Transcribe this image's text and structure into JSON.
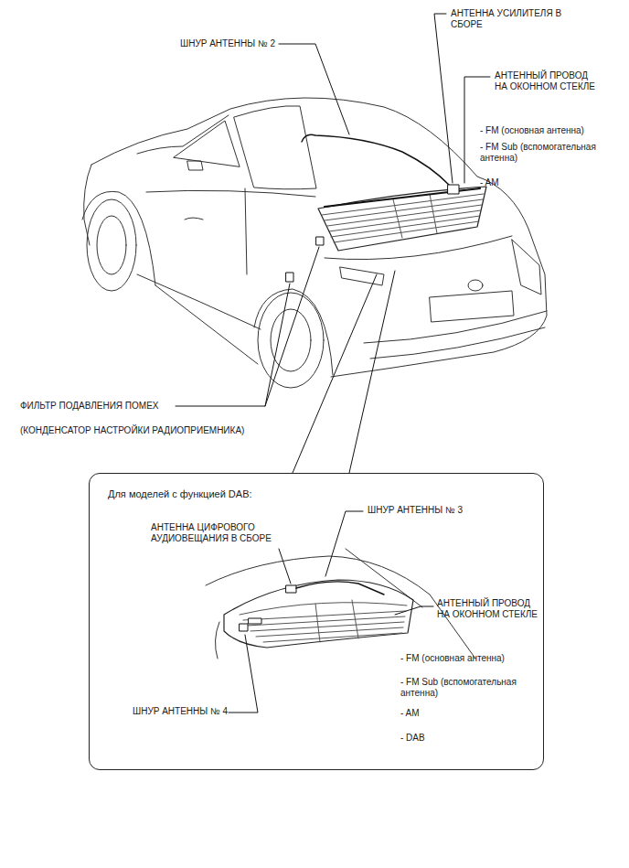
{
  "diagram": {
    "nodes": [
      {
        "text": [
          "Для моделей с функцией DAB:"
        ]
      }
    ],
    "labels": [
      "ШНУР АНТЕННЫ № 2",
      "АНТЕННА УСИЛИТЕЛЯ В СБОРЕ",
      "АНТЕННЫЙ ПРОВОД НА ОКОННОМ СТЕКЛЕ",
      "- FM (основная антенна)",
      "- FM Sub (вспомогательная антенна)",
      "- AM",
      "ФИЛЬТР ПОДАВЛЕНИЯ ПОМЕХ",
      "(КОНДЕНСАТОР НАСТРОЙКИ РАДИОПРИЕМНИКА)",
      "ШНУР АНТЕННЫ № 3",
      "АНТЕННА ЦИФРОВОГО АУДИОВЕЩАНИЯ В СБОРЕ",
      "АНТЕННЫЙ ПРОВОД НА ОКОННОМ СТЕКЛЕ",
      "- FM (основная антенна)",
      "- FM Sub (вспомогательная антенна)",
      "- AM",
      "- DAB",
      "ШНУР АНТЕННЫ № 4"
    ]
  }
}
